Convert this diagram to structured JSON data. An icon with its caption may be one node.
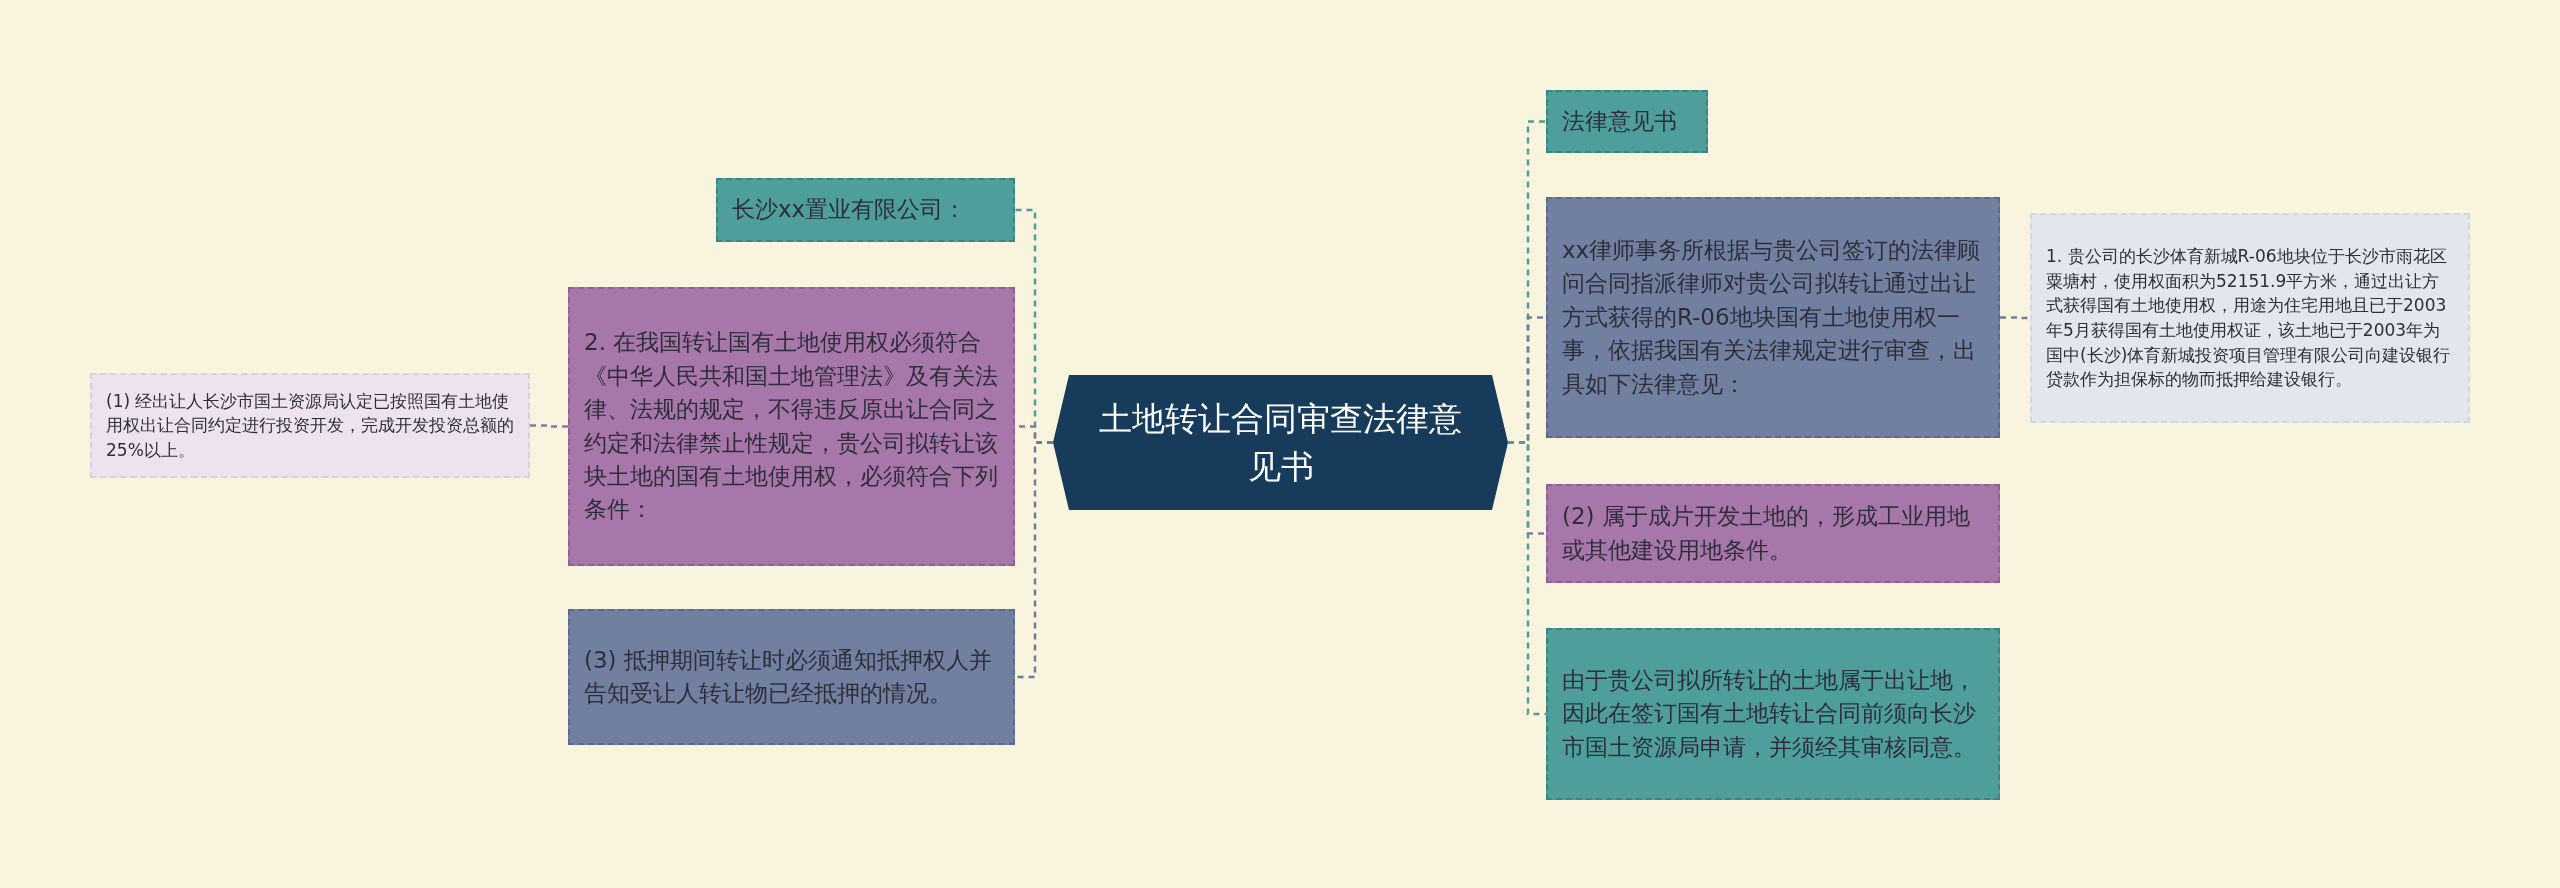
{
  "diagram": {
    "nodes": [
      {
        "text": [
          "土地转让合同审查法律意见书"
        ]
      },
      {
        "text": [
          "长沙xx置业有限公司："
        ]
      },
      {
        "text": [
          "2. 在我国转让国有土地使用权必须符合《中华人民共和国土地管理法》及有关法律、法规的规定，不得违反原出让合同之约定和法律禁止性规定，贵公司拟转让该块土地的国有土地使用权，必须符合下列条件："
        ]
      },
      {
        "text": [
          "(1) 经出让人长沙市国土资源局认定已按照国有土地使用权出让合同约定进行投资开发，完成开发投资总额的25%以上。"
        ]
      },
      {
        "text": [
          "(3) 抵押期间转让时必须通知抵押权人并告知受让人转让物已经抵押的情况。"
        ]
      },
      {
        "text": [
          "法律意见书"
        ]
      },
      {
        "text": [
          "xx律师事务所根据与贵公司签订的法律顾问合同指派律师对贵公司拟转让通过出让方式获得的R-06地块国有土地使用权一事，依据我国有关法律规定进行审查，出具如下法律意见："
        ]
      },
      {
        "text": [
          "1. 贵公司的长沙体育新城R-06地块位于长沙市雨花区粟塘村，使用权面积为52151.9平方米，通过出让方式获得国有土地使用权，用途为住宅用地且已于2003年5月获得国有土地使用权证，该土地已于2003年为国中(长沙)体育新城投资项目管理有限公司向建设银行贷款作为担保标的物而抵押给建设银行。"
        ]
      },
      {
        "text": [
          "(2) 属于成片开发土地的，形成工业用地或其他建设用地条件。"
        ]
      },
      {
        "text": [
          "由于贵公司拟所转让的土地属于出让地，因此在签订国有土地转让合同前须向长沙市国土资源局申请，并须经其审核同意。"
        ]
      }
    ],
    "edges": [
      {
        "from": 0,
        "to": 1,
        "arrow": "none",
        "style": "dashed",
        "color": "#4e9e9b"
      },
      {
        "from": 0,
        "to": 2,
        "arrow": "none",
        "style": "dashed",
        "color": "#9a6e9e"
      },
      {
        "from": 2,
        "to": 3,
        "arrow": "none",
        "style": "dashed",
        "color": "#9a6e9e"
      },
      {
        "from": 0,
        "to": 4,
        "arrow": "none",
        "style": "dashed",
        "color": "#6f7d9c"
      },
      {
        "from": 0,
        "to": 5,
        "arrow": "none",
        "style": "dashed",
        "color": "#4e9e9b"
      },
      {
        "from": 0,
        "to": 6,
        "arrow": "none",
        "style": "dashed",
        "color": "#6f7d9c"
      },
      {
        "from": 6,
        "to": 7,
        "arrow": "none",
        "style": "dashed",
        "color": "#6f7d9c"
      },
      {
        "from": 0,
        "to": 8,
        "arrow": "none",
        "style": "dashed",
        "color": "#9a6e9e"
      },
      {
        "from": 0,
        "to": 9,
        "arrow": "none",
        "style": "dashed",
        "color": "#4e9e9b"
      }
    ]
  }
}
